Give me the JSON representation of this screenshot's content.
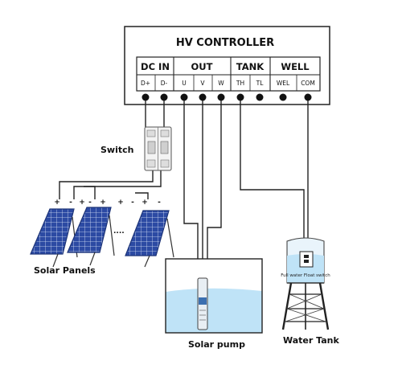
{
  "controller": {
    "title": "HV CONTROLLER",
    "groups": [
      "DC IN",
      "OUT",
      "TANK",
      "WELL"
    ],
    "terminals": [
      "D+",
      "D-",
      "U",
      "V",
      "W",
      "TH",
      "TL",
      "WEL",
      "COM"
    ]
  },
  "labels": {
    "switch": "Switch",
    "solar_panels": "Solar Panels",
    "solar_pump": "Solar pump",
    "water_tank": "Water Tank",
    "panel_ellipsis": "....",
    "float_switch": "Full water Float switch"
  },
  "panel_signs": [
    "+",
    "-",
    "+",
    "-",
    "+",
    "+",
    "-",
    "+",
    "-"
  ],
  "colors": {
    "line": "#222222",
    "panel_blue": "#2c4aa3",
    "water": "#bfe3f7"
  }
}
